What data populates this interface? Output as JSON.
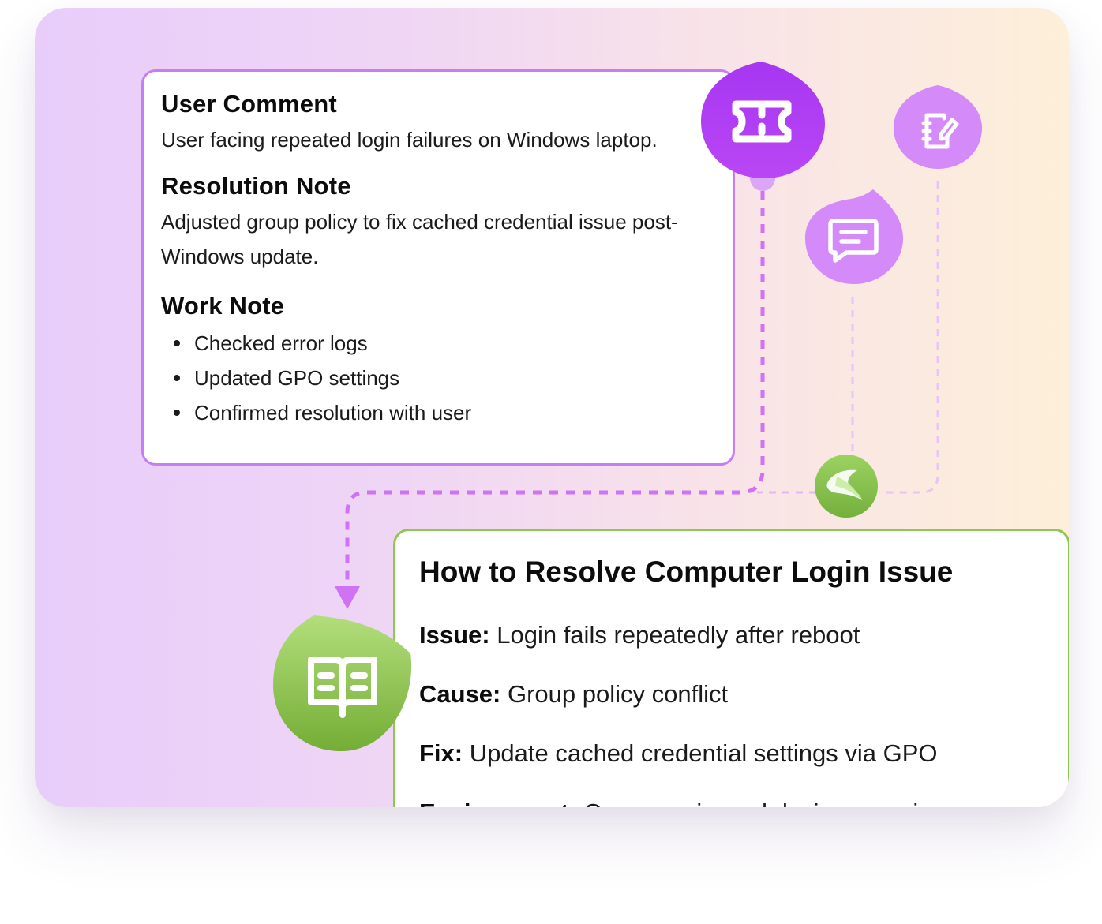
{
  "notes_card": {
    "user_comment_title": "User Comment",
    "user_comment_text": "User facing repeated login failures on Windows laptop.",
    "resolution_title": "Resolution Note",
    "resolution_text": "Adjusted group policy to fix cached credential issue post-Windows update.",
    "work_title": "Work Note",
    "work_items": [
      "Checked error logs",
      "Updated GPO settings",
      "Confirmed resolution with user"
    ]
  },
  "kb_card": {
    "title": "How to Resolve Computer Login Issue",
    "rows": [
      {
        "label": "Issue:",
        "text": "Login fails repeatedly after reboot"
      },
      {
        "label": "Cause:",
        "text": "Group policy conflict"
      },
      {
        "label": "Fix:",
        "text": "Update cached credential settings via GPO"
      },
      {
        "label": "Environment:",
        "text": "Company-issued devices running"
      }
    ]
  },
  "icons": {
    "ticket": "ticket-icon",
    "note": "notebook-pencil-icon",
    "comment": "chat-message-icon",
    "brand": "leaf-logo-icon",
    "knowledge": "open-book-icon"
  },
  "colors": {
    "purple_accent": "#b345f3",
    "purple_light": "#d48af8",
    "purple_border": "#c77df4",
    "green_accent": "#8dc556",
    "green_border": "#8fc756"
  }
}
